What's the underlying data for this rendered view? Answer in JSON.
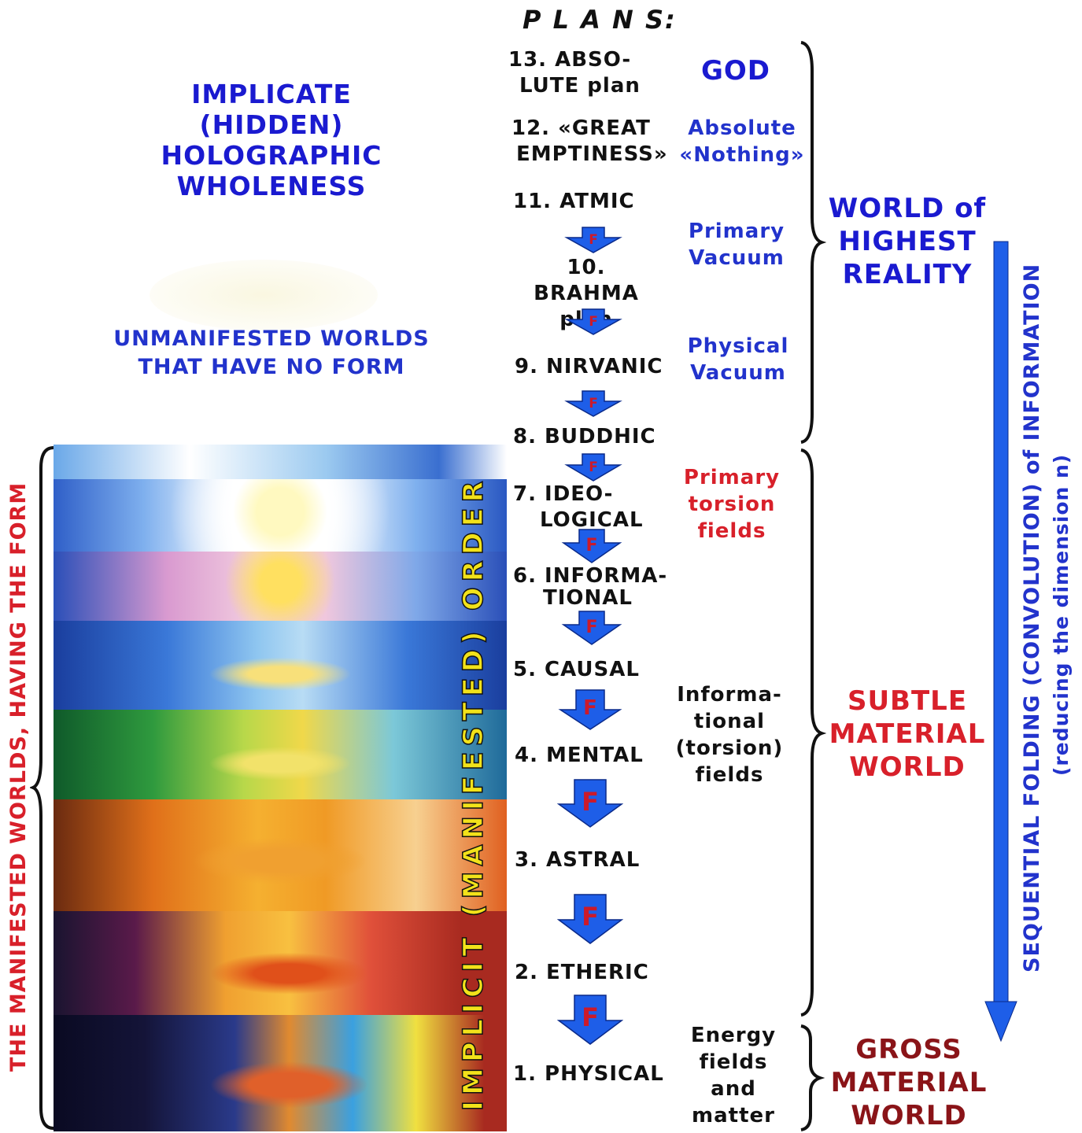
{
  "header": {
    "plans_title": "P L A N S:"
  },
  "left": {
    "implicate": [
      "IMPLICATE",
      "(HIDDEN)",
      "HOLOGRAPHIC",
      "WHOLENESS"
    ],
    "unmanifested": [
      "UNMANIFESTED WORLDS",
      "THAT HAVE NO FORM"
    ],
    "manifested_vertical": "THE MANIFESTED WORLDS, HAVING THE FORM",
    "implicit_order_vertical": "IMPLICIT (MANIFESTED) ORDER"
  },
  "plans": {
    "p13": [
      "13. ABSO-",
      "LUTE plan"
    ],
    "p12": [
      "12. «GREAT",
      "EMPTINESS»"
    ],
    "p11": "11. ATMIC",
    "p10": [
      "10. BRAHMA",
      "plan"
    ],
    "p9": "9. NIRVANIC",
    "p8": "8. BUDDHIC",
    "p7": [
      "7. IDEO-",
      "LOGICAL"
    ],
    "p6": [
      "6. INFORMA-",
      "TIONAL"
    ],
    "p5": "5. CAUSAL",
    "p4": "4. MENTAL",
    "p3": "3. ASTRAL",
    "p2": "2. ETHERIC",
    "p1": "1. PHYSICAL"
  },
  "arrow_label": "F",
  "descriptions": {
    "god": "GOD",
    "absolute_nothing": [
      "Absolute",
      "«Nothing»"
    ],
    "primary_vacuum": [
      "Primary",
      "Vacuum"
    ],
    "physical_vacuum": [
      "Physical",
      "Vacuum"
    ],
    "primary_torsion": [
      "Primary",
      "torsion",
      "fields"
    ],
    "informational": [
      "Informa-",
      "tional",
      "(torsion)",
      "fields"
    ],
    "energy": [
      "Energy",
      "fields",
      "and",
      "matter"
    ]
  },
  "worlds": {
    "highest": [
      "WORLD of",
      "HIGHEST",
      "REALITY"
    ],
    "subtle": [
      "SUBTLE",
      "MATERIAL",
      "WORLD"
    ],
    "gross": [
      "GROSS",
      "MATERIAL",
      "WORLD"
    ]
  },
  "folding": {
    "line1": "SEQUENTIAL  FOLDING  (CONVOLUTION)  of  INFORMATION",
    "line2": "(reducing the dimension n)"
  },
  "colors": {
    "title_blue": "#1a1ad0",
    "subtle_red": "#d8202a",
    "gross_red": "#8a1418",
    "arrow_blue": "#1e5ee8",
    "arrow_letter": "#cc1a2a",
    "order_yellow": "#f2e21a"
  }
}
